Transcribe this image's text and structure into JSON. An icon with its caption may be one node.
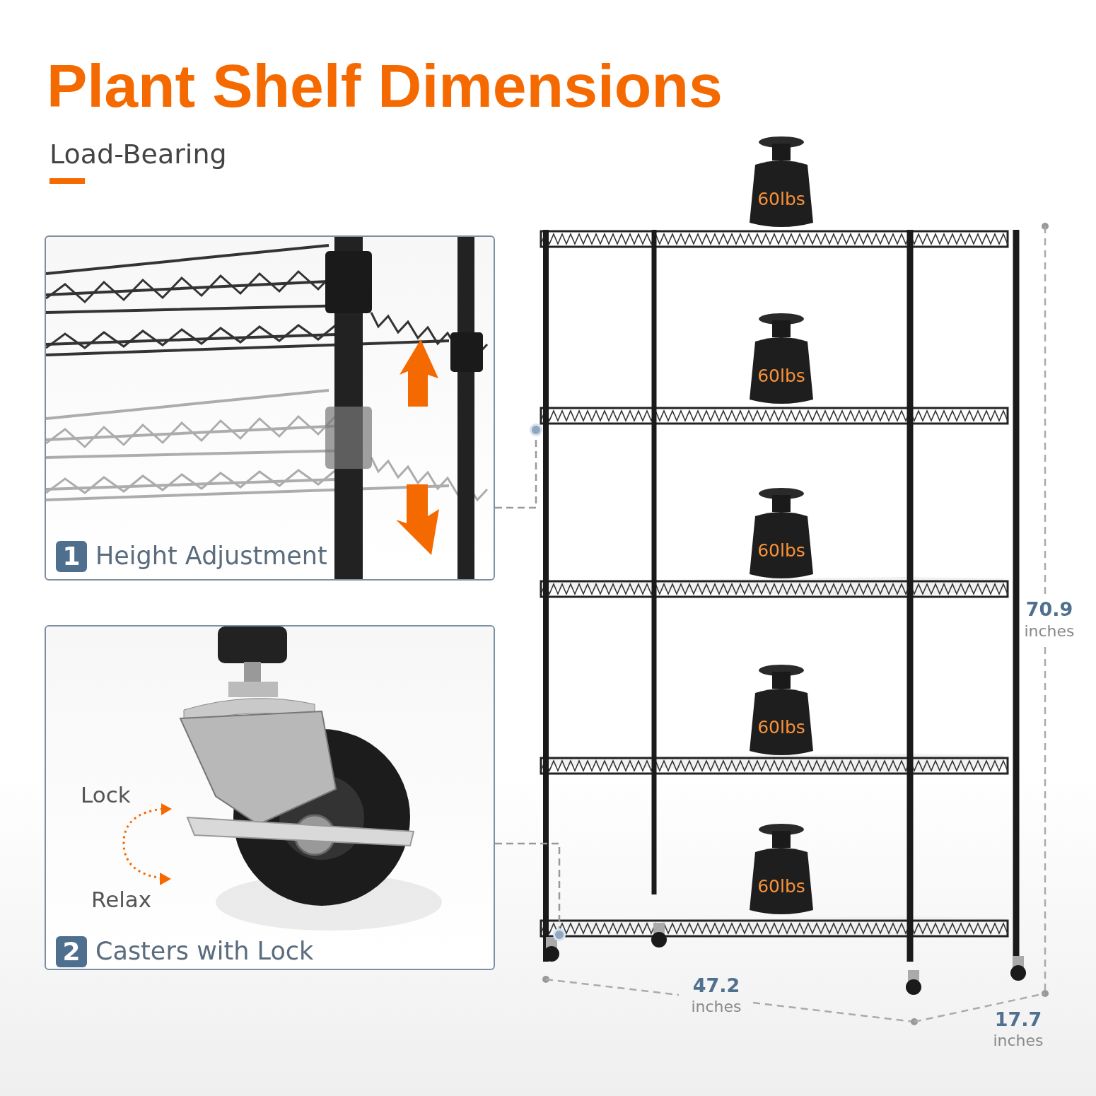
{
  "diagram": {
    "title": "Plant Shelf Dimensions",
    "nodes": [
      {
        "text": [
          "1",
          "Height Adjustment"
        ]
      },
      {
        "text": [
          "2",
          "Casters with Lock"
        ]
      },
      {
        "text": [],
        "shape": "picture"
      },
      {
        "text": [],
        "shape": "circle"
      },
      {
        "text": [],
        "shape": "circle",
        "in": 2
      },
      {
        "text": [
          "60lbs"
        ]
      },
      {
        "text": [
          "60lbs"
        ],
        "in": 2
      },
      {
        "text": [
          "60lbs"
        ],
        "in": 2
      },
      {
        "text": [
          "60lbs"
        ],
        "in": 2
      },
      {
        "text": [
          "60lbs"
        ],
        "in": 2
      }
    ],
    "edges": [
      {
        "from": 0,
        "to": 3,
        "arrow": "none",
        "style": "dashed"
      },
      {
        "from": 1,
        "to": 4,
        "arrow": "none",
        "style": "dashed"
      }
    ],
    "labels": [
      "Load-Bearing",
      "70.9",
      "inches",
      "Lock",
      "Relax",
      "47.2",
      "inches",
      "17.7",
      "inches"
    ]
  }
}
